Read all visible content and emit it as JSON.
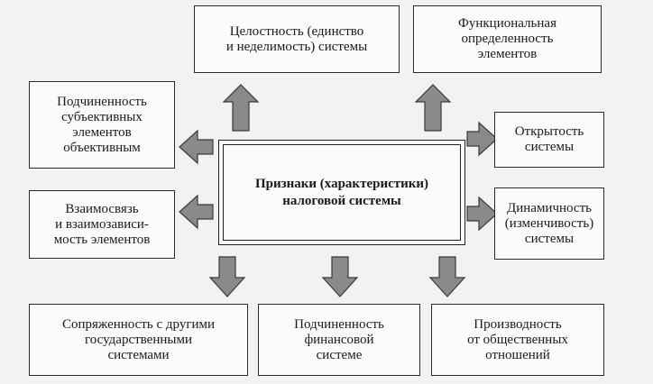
{
  "center": {
    "label": "Признаки (характеристики)\nналоговой системы"
  },
  "boxes": {
    "integrity": "Целостность (единство\nи неделимость) системы",
    "functional": "Функциональная\nопределенность\nэлементов",
    "subordination_subjective": "Подчиненность\nсубъективных\nэлементов\nобъективным",
    "interconnection": "Взаимосвязь\nи взаимозависи-\nмость элементов",
    "openness": "Открытость\nсистемы",
    "dynamism": "Динамичность\n(изменчивость)\nсистемы",
    "conjugation": "Сопряженность с другими\nгосударственными\nсистемами",
    "subordination_financial": "Подчиненность\nфинансовой\nсистеме",
    "derivation": "Производность\nот общественных\nотношений"
  },
  "colors": {
    "arrow_fill": "#8a8a8a",
    "arrow_stroke": "#3a3a3a",
    "border": "#2a2a2a"
  }
}
